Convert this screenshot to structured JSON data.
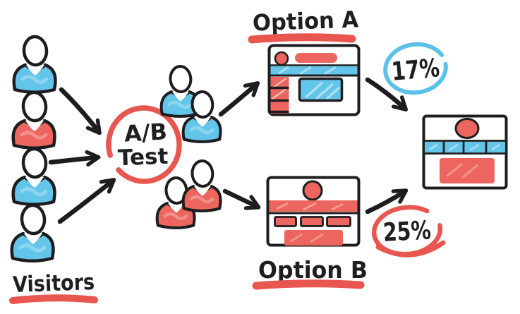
{
  "labels": {
    "visitors": "Visitors",
    "ab_line1": "A/B",
    "ab_line2": "Test"
  },
  "branches": [
    {
      "label": "Option A",
      "conversion": "17%",
      "badge_color": "#5cc1e8",
      "group_shirts": "blue",
      "group_size": 2
    },
    {
      "label": "Option B",
      "conversion": "25%",
      "badge_color": "#e8574f",
      "group_shirts": "red",
      "group_size": 2
    }
  ],
  "visitors": {
    "count": 4,
    "shirt_colors": [
      "blue",
      "red",
      "blue",
      "blue"
    ]
  },
  "colors": {
    "blue": "#5cc1e8",
    "red": "#e8574f",
    "ink": "#1d1d1f",
    "background": "#ffffff"
  }
}
